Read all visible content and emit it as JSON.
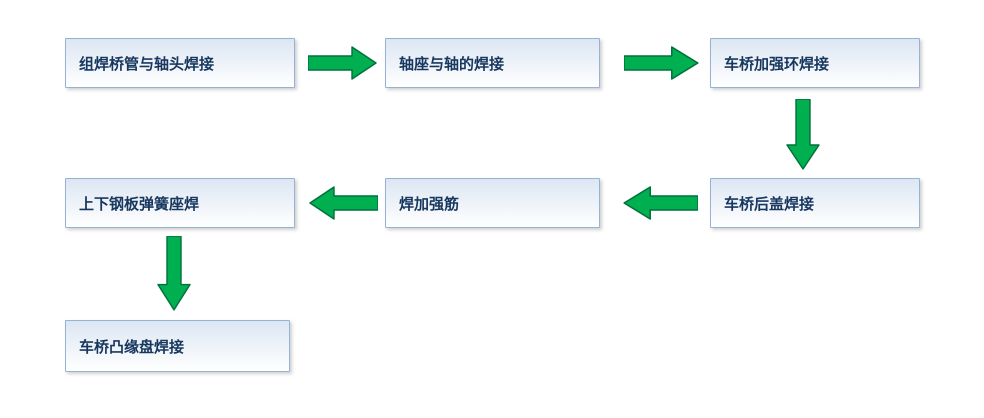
{
  "diagram": {
    "type": "flowchart",
    "nodes": [
      {
        "id": "step-1",
        "label": "组焊桥管与轴头焊接"
      },
      {
        "id": "step-2",
        "label": "轴座与轴的焊接"
      },
      {
        "id": "step-3",
        "label": "车桥加强环焊接"
      },
      {
        "id": "step-4",
        "label": "车桥后盖焊接"
      },
      {
        "id": "step-5",
        "label": "焊加强筋"
      },
      {
        "id": "step-6",
        "label": "上下钢板弹簧座焊"
      },
      {
        "id": "step-7",
        "label": "车桥凸缘盘焊接"
      }
    ],
    "edges": [
      {
        "from": "step-1",
        "to": "step-2",
        "direction": "right"
      },
      {
        "from": "step-2",
        "to": "step-3",
        "direction": "right"
      },
      {
        "from": "step-3",
        "to": "step-4",
        "direction": "down"
      },
      {
        "from": "step-4",
        "to": "step-5",
        "direction": "left"
      },
      {
        "from": "step-5",
        "to": "step-6",
        "direction": "left"
      },
      {
        "from": "step-6",
        "to": "step-7",
        "direction": "down"
      }
    ],
    "colors": {
      "box_fill_top": "#dce6f2",
      "box_fill_bottom": "#ffffff",
      "box_border": "#95b3d7",
      "text_color": "#17375e",
      "arrow_fill": "#00b050",
      "arrow_border": "#00703c"
    }
  }
}
